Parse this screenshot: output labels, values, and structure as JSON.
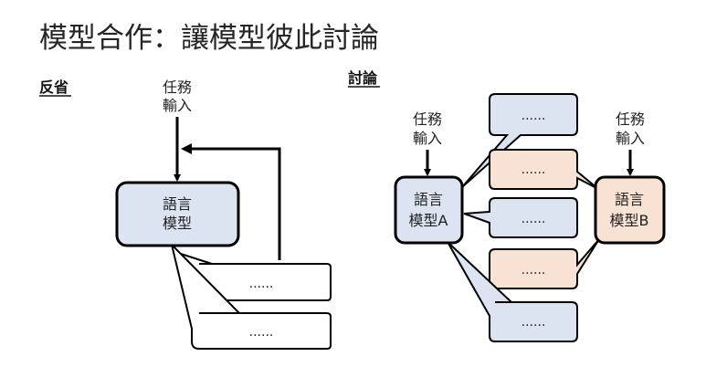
{
  "title": "模型合作：讓模型彼此討論",
  "reflection": {
    "heading": "反省",
    "task_input": [
      "任務",
      "輸入"
    ],
    "model": [
      "語言",
      "模型"
    ],
    "bubbles": [
      "......",
      "......"
    ]
  },
  "discussion": {
    "heading": "討論",
    "task_input_a": [
      "任務",
      "輸入"
    ],
    "task_input_b": [
      "任務",
      "輸入"
    ],
    "model_a": [
      "語言",
      "模型A"
    ],
    "model_b": [
      "語言",
      "模型B"
    ],
    "bubbles": [
      "......",
      "......",
      "......",
      "......",
      "......"
    ]
  },
  "colors": {
    "blue_fill": "#dce4f2",
    "orange_fill": "#f8e2d4",
    "stroke": "#000000"
  }
}
